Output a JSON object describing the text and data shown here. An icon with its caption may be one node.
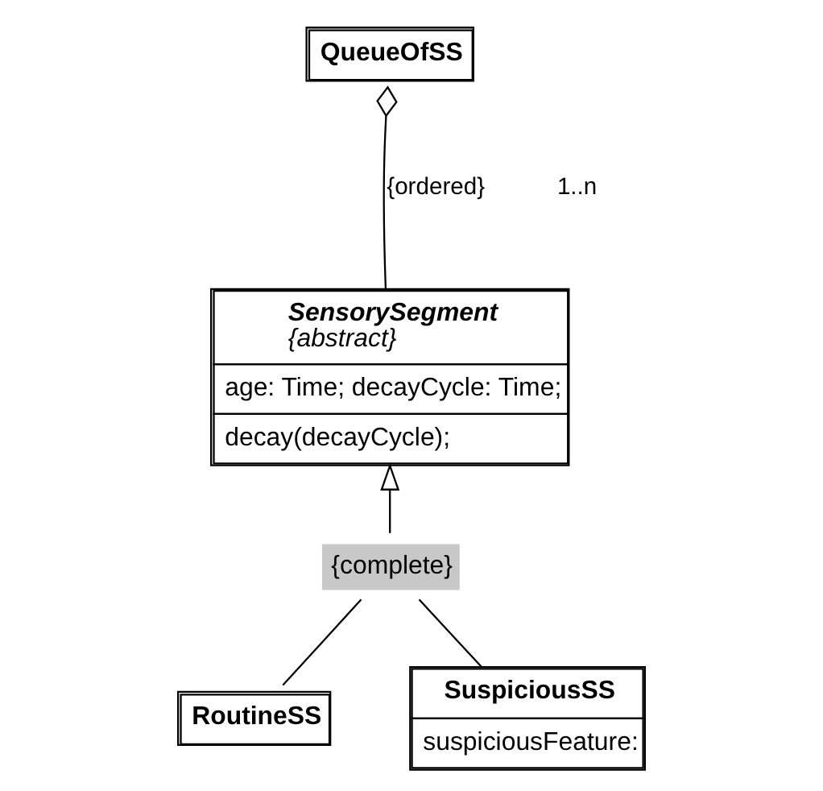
{
  "diagram": {
    "nodes": [
      {
        "text": [
          "QueueOfSS"
        ]
      },
      {
        "text": [
          "SensorySegment",
          "{abstract}",
          "age: Time; decayCycle: Time;",
          "decay(decayCycle);"
        ]
      },
      {
        "text": [
          "{complete}"
        ]
      },
      {
        "text": [
          "RoutineSS"
        ]
      },
      {
        "text": [
          "SuspiciousSS",
          "suspiciousFeature:"
        ]
      }
    ],
    "edges": [
      {
        "from": 0,
        "to": 1,
        "arrow": "other",
        "label": "{ordered}"
      },
      {
        "from": 2,
        "to": 1,
        "arrow": "to"
      },
      {
        "from": 3,
        "to": 2,
        "arrow": "none"
      },
      {
        "from": 4,
        "to": 2,
        "arrow": "none"
      }
    ],
    "labels": [
      "1..n"
    ]
  }
}
